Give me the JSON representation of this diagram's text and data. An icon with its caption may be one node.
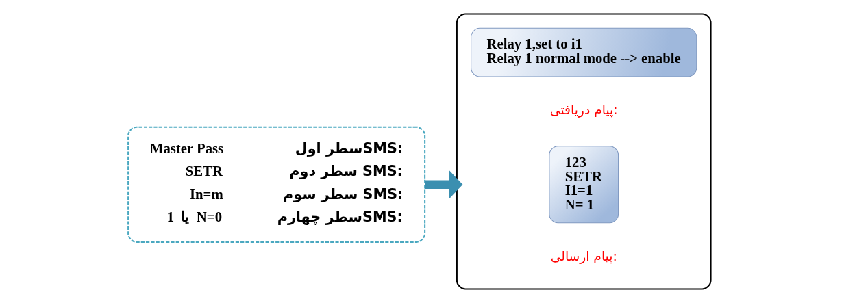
{
  "diagram": {
    "nodes": [
      {
        "text": [
          "سطر اولSMS:",
          "Master Pass",
          "سطر دوم SMS:",
          "SETR",
          "سطر سوم SMS:",
          "In=m",
          "سطر چهارمSMS:",
          "1  یا  N=0"
        ]
      },
      {
        "text": [],
        "shape": "box"
      },
      {
        "text": [
          "123",
          "SETR",
          "I1=1",
          "N= 1"
        ],
        "in": 1,
        "beside": [
          "پیام ارسالی:"
        ]
      },
      {
        "text": [
          "Relay 1,set to i1",
          "Relay 1 normal mode --> enable"
        ],
        "in": 1,
        "beside": [
          "پیام دریافتی:"
        ]
      }
    ],
    "edges": [
      {
        "from": 0,
        "to": 1,
        "arrow": "to",
        "color": "#3b8fb0"
      }
    ]
  }
}
